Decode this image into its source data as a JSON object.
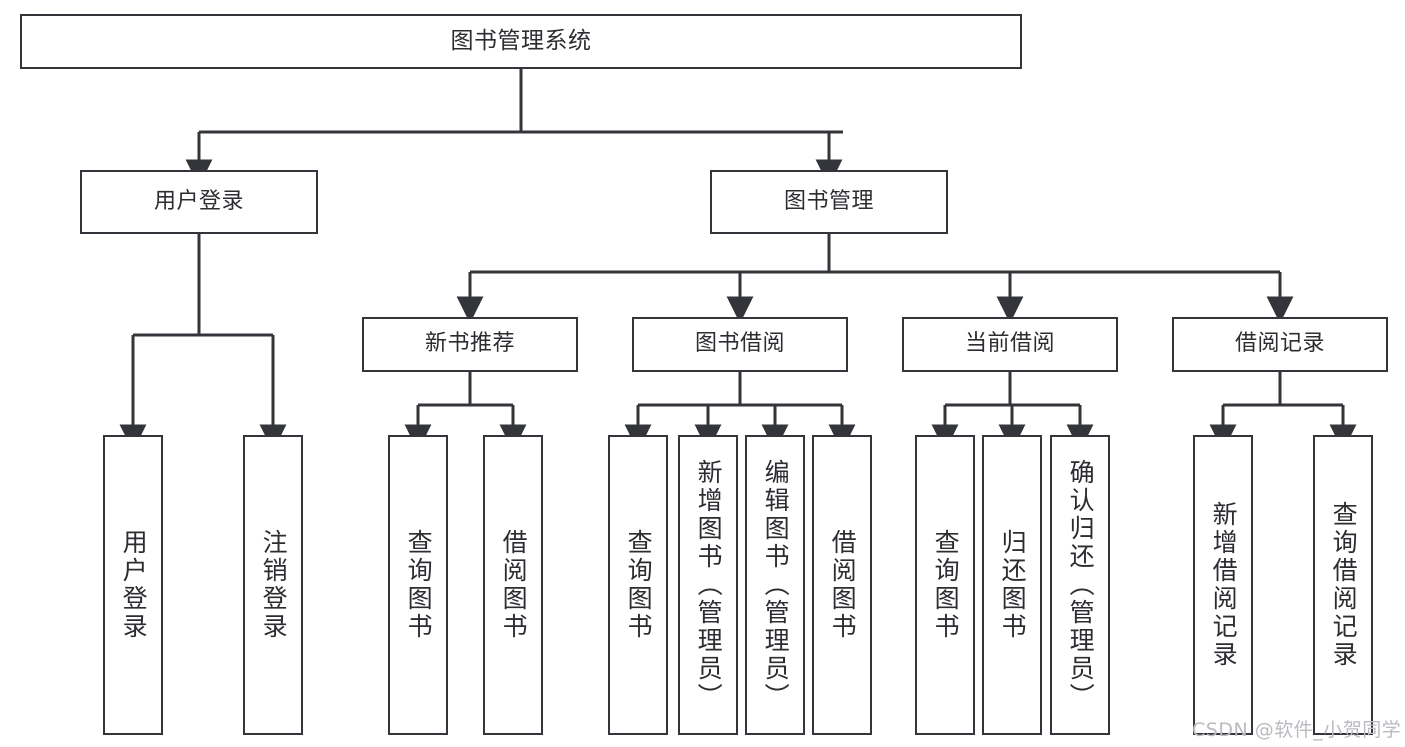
{
  "diagram": {
    "title": "图书管理系统",
    "type": "tree-hierarchy-chart",
    "stroke_color": "#33353a",
    "text_color": "#2b2d31",
    "background_color": "#ffffff"
  },
  "nodes": {
    "root": {
      "label": "图书管理系统"
    },
    "level1": [
      {
        "id": "user-login",
        "label": "用户登录"
      },
      {
        "id": "book-management",
        "label": "图书管理"
      }
    ],
    "level2": [
      {
        "id": "new-book-recommend",
        "label": "新书推荐"
      },
      {
        "id": "book-borrow",
        "label": "图书借阅"
      },
      {
        "id": "current-borrow",
        "label": "当前借阅"
      },
      {
        "id": "borrow-record",
        "label": "借阅记录"
      }
    ],
    "leaves": {
      "user_login": [
        {
          "id": "leaf-user-login",
          "label": "用户登录"
        },
        {
          "id": "leaf-logout-login",
          "label": "注销登录"
        }
      ],
      "new_book_recommend": [
        {
          "id": "leaf-query-book-1",
          "label": "查询图书"
        },
        {
          "id": "leaf-borrow-book-1",
          "label": "借阅图书"
        }
      ],
      "book_borrow": [
        {
          "id": "leaf-query-book-2",
          "label": "查询图书"
        },
        {
          "id": "leaf-add-book",
          "label": "新增图书（管理员）"
        },
        {
          "id": "leaf-edit-book",
          "label": "编辑图书（管理员）"
        },
        {
          "id": "leaf-borrow-book-2",
          "label": "借阅图书"
        }
      ],
      "current_borrow": [
        {
          "id": "leaf-query-book-3",
          "label": "查询图书"
        },
        {
          "id": "leaf-return-book",
          "label": "归还图书"
        },
        {
          "id": "leaf-confirm-return",
          "label": "确认归还（管理员）"
        }
      ],
      "borrow_record": [
        {
          "id": "leaf-add-record",
          "label": "新增借阅记录"
        },
        {
          "id": "leaf-query-record",
          "label": "查询借阅记录"
        }
      ]
    }
  },
  "watermark": {
    "text": "CSDN @软件_小贺同学"
  }
}
